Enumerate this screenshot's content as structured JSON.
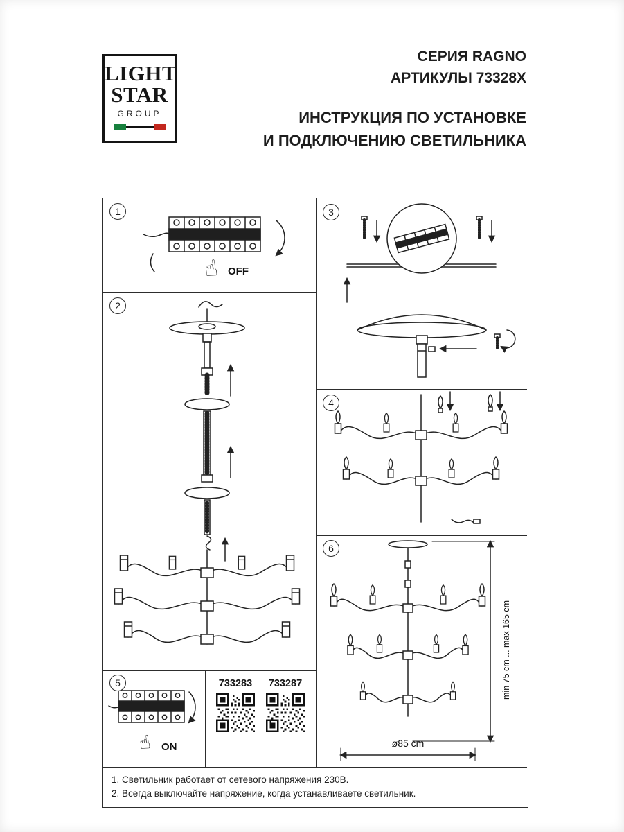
{
  "logo": {
    "light": "LIGHT",
    "star": "STAR",
    "group": "GROUP"
  },
  "header": {
    "series": "СЕРИЯ RAGNO",
    "articles": "АРТИКУЛЫ 73328X",
    "title_line1": "ИНСТРУКЦИЯ ПО УСТАНОВКЕ",
    "title_line2": "И ПОДКЛЮЧЕНИЮ СВЕТИЛЬНИКА"
  },
  "icons": {
    "hand": "☝"
  },
  "panels": {
    "p1": {
      "number": "1",
      "switch_label": "OFF"
    },
    "p2": {
      "number": "2"
    },
    "p3": {
      "number": "3"
    },
    "p4": {
      "number": "4"
    },
    "p5": {
      "number": "5",
      "switch_label": "ON"
    },
    "p6": {
      "number": "6",
      "height_dim": "min 75 cm ... max 165 cm",
      "width_dim": "ø85 cm"
    },
    "qr": {
      "left_code": "733283",
      "right_code": "733287"
    }
  },
  "notes": {
    "line1": "1. Светильник работает от сетевого напряжения 230В.",
    "line2": "2. Всегда выключайте напряжение, когда устанавливаете светильник."
  }
}
